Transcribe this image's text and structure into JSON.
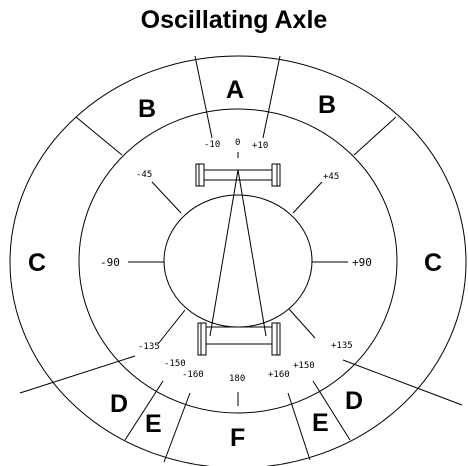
{
  "title": "Oscillating Axle",
  "zones": {
    "a": "A",
    "b_left": "B",
    "b_right": "B",
    "c_left": "C",
    "c_right": "C",
    "d_left": "D",
    "d_right": "D",
    "e_left": "E",
    "e_right": "E",
    "f": "F"
  },
  "angles": {
    "neg10": "-10",
    "zero": "0",
    "pos10": "+10",
    "neg45": "-45",
    "pos45": "+45",
    "neg90": "-90",
    "pos90": "+90",
    "neg135": "-135",
    "pos135": "+135",
    "neg150": "-150",
    "neg160": "-160",
    "d180": "180",
    "pos160": "+160",
    "pos150": "+150"
  }
}
